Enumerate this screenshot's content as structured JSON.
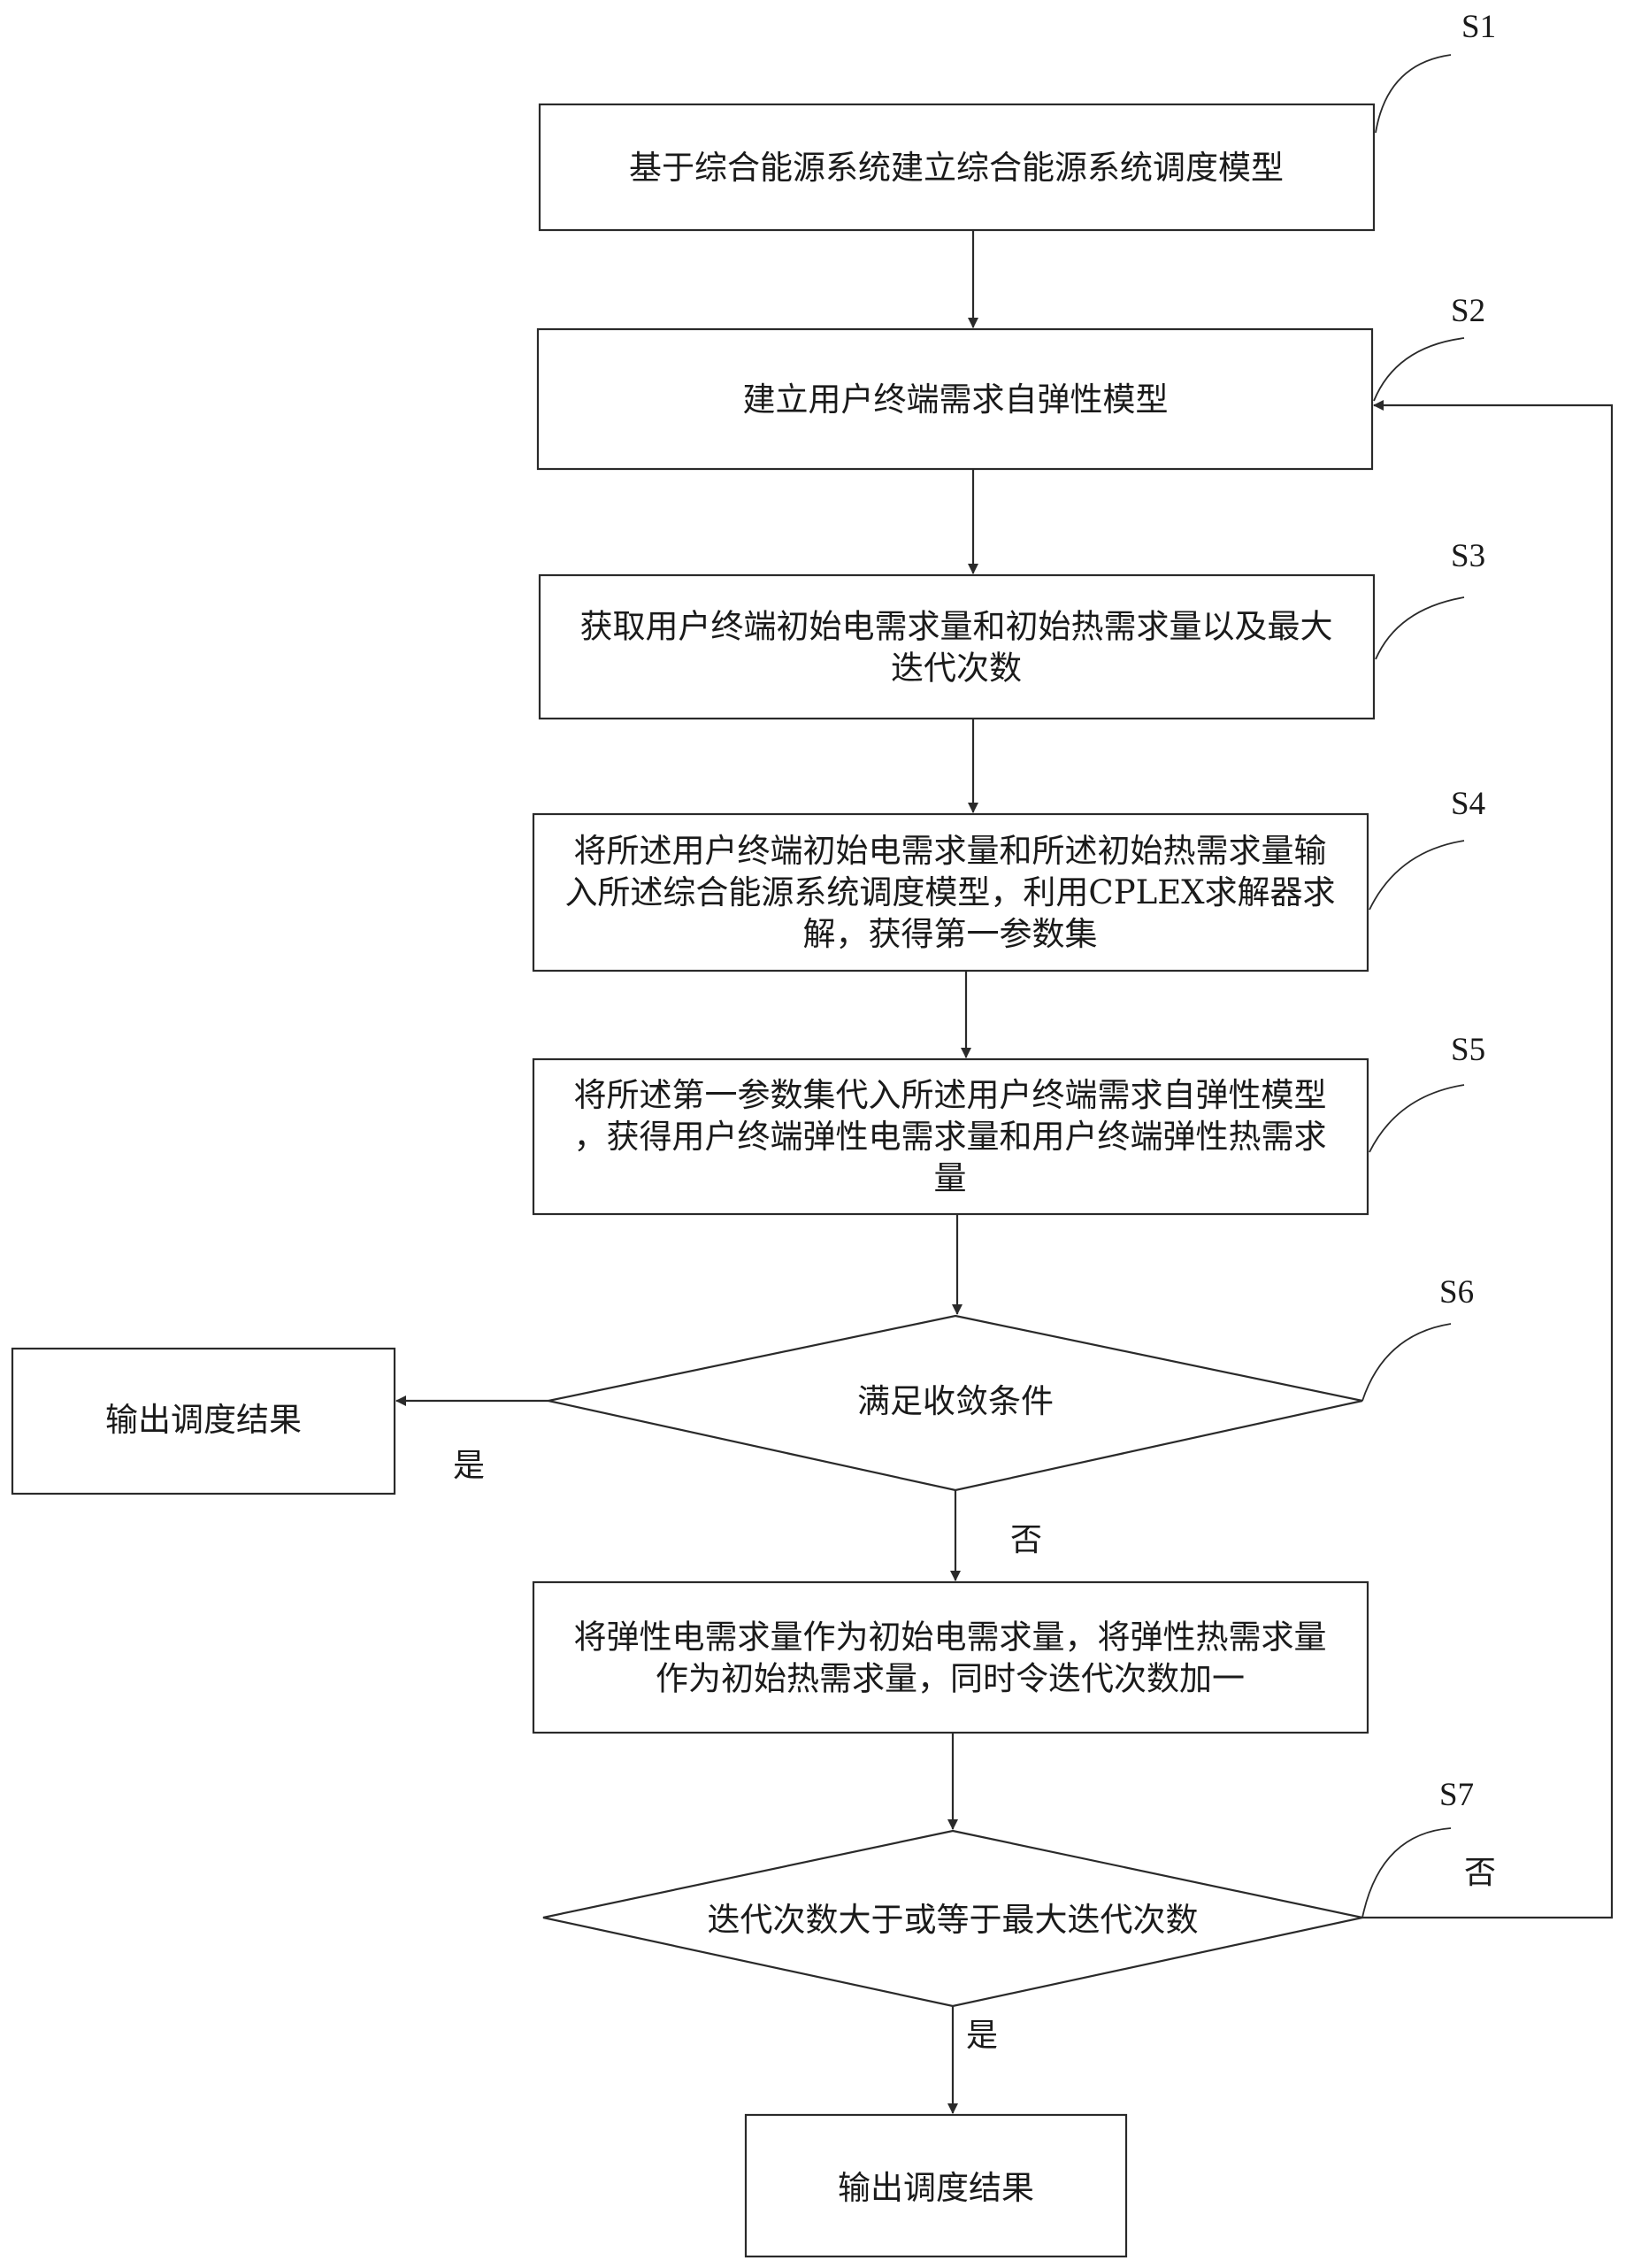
{
  "steps": {
    "s1": "S1",
    "s2": "S2",
    "s3": "S3",
    "s4": "S4",
    "s5": "S5",
    "s6": "S6",
    "s7": "S7"
  },
  "nodes": {
    "n1": [
      "基于综合能源系统建立综合能源系统调度模型"
    ],
    "n2": [
      "建立用户终端需求自弹性模型"
    ],
    "n3": [
      "获取用户终端初始电需求量和初始热需求量以及最大",
      "迭代次数"
    ],
    "n4": [
      "将所述用户终端初始电需求量和所述初始热需求量输",
      "入所述综合能源系统调度模型，利用CPLEX求解器求",
      "解，获得第一参数集"
    ],
    "n5": [
      "将所述第一参数集代入所述用户终端需求自弹性模型",
      "，获得用户终端弹性电需求量和用户终端弹性热需求",
      "量"
    ],
    "d6": [
      "满足收敛条件"
    ],
    "out1": [
      "输出调度结果"
    ],
    "n7": [
      "将弹性电需求量作为初始电需求量，将弹性热需求量",
      "作为初始热需求量，同时令迭代次数加一"
    ],
    "d7": [
      "迭代次数大于或等于最大迭代次数"
    ],
    "out2": [
      "输出调度结果"
    ]
  },
  "branches": {
    "d6_yes": "是",
    "d6_no": "否",
    "d7_no": "否",
    "d7_yes": "是"
  }
}
